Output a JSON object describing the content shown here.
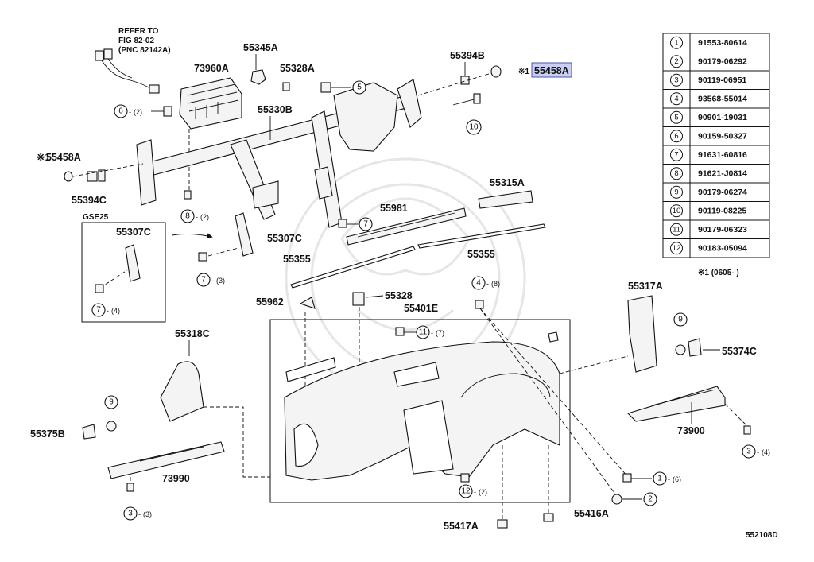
{
  "note_refer": [
    "REFER TO",
    "FIG 82-02",
    "(PNC 82142A)"
  ],
  "labels": {
    "p73960A": "73960A",
    "p55345A": "55345A",
    "p55328A": "55328A",
    "p55394B": "55394B",
    "p55458A_right": "55458A",
    "p55458A_left_prefix": "※1",
    "p55458A_left": "55458A",
    "p55330B": "55330B",
    "p55394C": "55394C",
    "gse25": "GSE25",
    "p55307C_box": "55307C",
    "p55307C": "55307C",
    "p55981": "55981",
    "p55315A": "55315A",
    "p55355_left": "55355",
    "p55355_right": "55355",
    "p55962": "55962",
    "p55328": "55328",
    "p55401E": "55401E",
    "p55317A": "55317A",
    "p55318C": "55318C",
    "p55374C": "55374C",
    "p55375B": "55375B",
    "p73900": "73900",
    "p73990": "73990",
    "p55417A": "55417A",
    "p55416A": "55416A",
    "figure_code": "552108D",
    "star_note_right": "※1"
  },
  "callouts": [
    {
      "n": "1",
      "qty": "(6)"
    },
    {
      "n": "2",
      "qty": ""
    },
    {
      "n": "3",
      "qty": "(4)"
    },
    {
      "n": "3",
      "qty": "(3)"
    },
    {
      "n": "4",
      "qty": "(8)"
    },
    {
      "n": "5",
      "qty": ""
    },
    {
      "n": "6",
      "qty": "(2)"
    },
    {
      "n": "7",
      "qty": ""
    },
    {
      "n": "7",
      "qty": "(3)"
    },
    {
      "n": "7",
      "qty": "(4)"
    },
    {
      "n": "8",
      "qty": "(2)"
    },
    {
      "n": "9",
      "qty": ""
    },
    {
      "n": "9",
      "qty": ""
    },
    {
      "n": "10",
      "qty": ""
    },
    {
      "n": "11",
      "qty": "(7)"
    },
    {
      "n": "12",
      "qty": "(2)"
    }
  ],
  "parts_table": [
    {
      "n": "1",
      "part": "91553-80614"
    },
    {
      "n": "2",
      "part": "90179-06292"
    },
    {
      "n": "3",
      "part": "90119-06951"
    },
    {
      "n": "4",
      "part": "93568-55014"
    },
    {
      "n": "5",
      "part": "90901-19031"
    },
    {
      "n": "6",
      "part": "90159-50327"
    },
    {
      "n": "7",
      "part": "91631-60816"
    },
    {
      "n": "8",
      "part": "91621-J0814"
    },
    {
      "n": "9",
      "part": "90179-06274"
    },
    {
      "n": "10",
      "part": "90119-08225"
    },
    {
      "n": "11",
      "part": "90179-06323"
    },
    {
      "n": "12",
      "part": "90183-05094"
    }
  ],
  "table_footnote": "※1  (0605-      )"
}
